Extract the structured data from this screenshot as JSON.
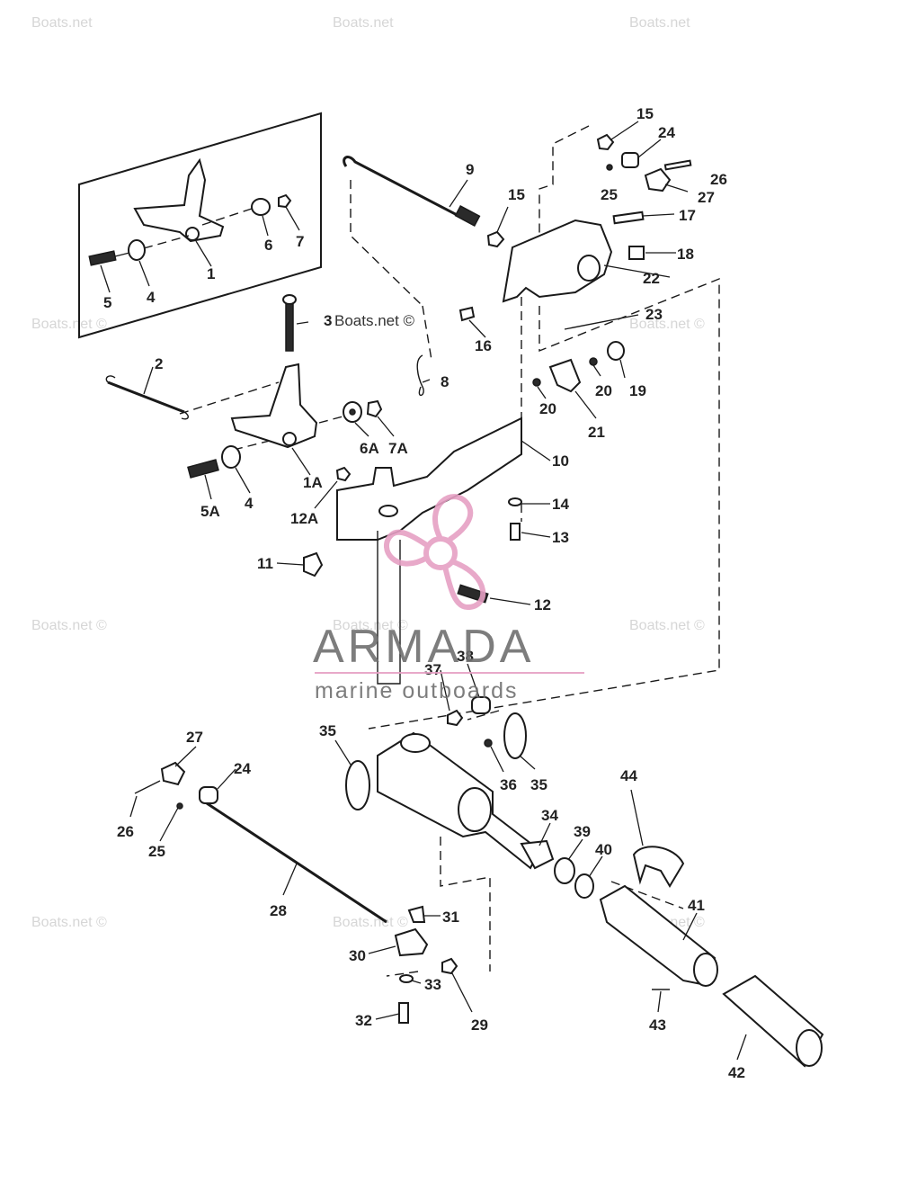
{
  "watermarks": {
    "site": "Boats.net",
    "site_copyright": "Boats.net ©",
    "brand_name": "ARMADA",
    "brand_tagline": "marine outboards"
  },
  "colors": {
    "brand_pink": "#e6a0c4",
    "watermark_gray": "#d6d6d6",
    "line": "#1a1a1a"
  },
  "part_labels": [
    "1",
    "1A",
    "2",
    "3",
    "4",
    "4",
    "5",
    "5A",
    "6",
    "6A",
    "7",
    "7A",
    "8",
    "9",
    "10",
    "11",
    "12",
    "12A",
    "13",
    "14",
    "15",
    "15",
    "16",
    "17",
    "18",
    "19",
    "20",
    "20",
    "21",
    "22",
    "23",
    "24",
    "24",
    "25",
    "25",
    "26",
    "26",
    "27",
    "27",
    "28",
    "29",
    "30",
    "31",
    "32",
    "33",
    "34",
    "35",
    "35",
    "36",
    "37",
    "38",
    "39",
    "40",
    "41",
    "42",
    "43",
    "44"
  ]
}
